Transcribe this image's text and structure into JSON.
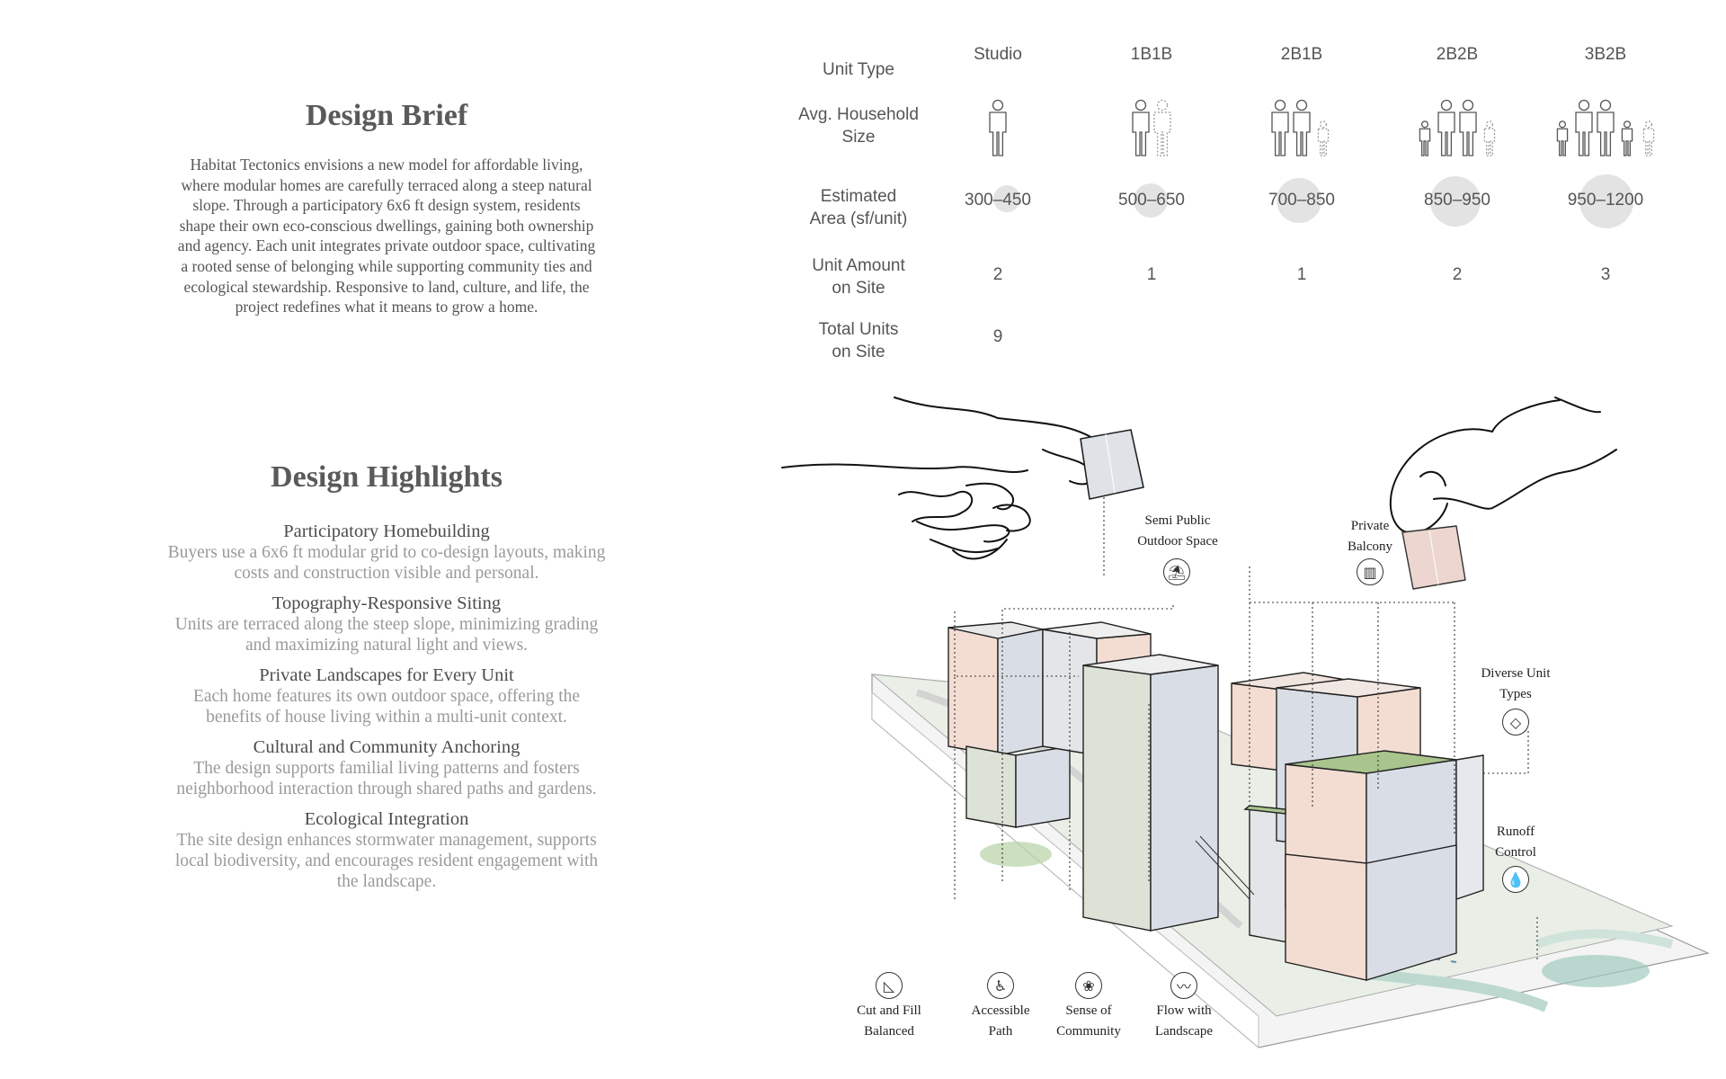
{
  "brief": {
    "title": "Design Brief",
    "lines": [
      "Habitat Tectonics envisions a new model for affordable living,",
      "where modular homes are carefully terraced along a steep natural",
      "slope. Through a participatory 6x6 ft design system, residents",
      "shape their own eco-conscious dwellings, gaining both ownership",
      "and agency. Each unit integrates private outdoor space, cultivating",
      "a rooted sense of belonging while supporting community ties and",
      "ecological stewardship. Responsive to land, culture, and life, the",
      "project redefines what it means to grow a home."
    ]
  },
  "highlights": {
    "title": "Design Highlights",
    "items": [
      {
        "title": "Participatory Homebuilding",
        "lines": [
          "Buyers use a 6x6 ft modular grid to co-design layouts, making",
          "costs and construction visible and personal."
        ]
      },
      {
        "title": "Topography-Responsive Siting",
        "lines": [
          "Units are terraced along the steep slope, minimizing grading",
          "and maximizing natural light and views."
        ]
      },
      {
        "title": "Private Landscapes for Every Unit",
        "lines": [
          "Each home features its own outdoor space, offering the",
          "benefits of house living within a multi-unit context."
        ]
      },
      {
        "title": "Cultural and Community Anchoring",
        "lines": [
          "The design supports familial living patterns and fosters",
          "neighborhood interaction through shared paths and gardens."
        ]
      },
      {
        "title": "Ecological Integration",
        "lines": [
          "The site design enhances stormwater management, supports",
          "local biodiversity, and encourages resident engagement with",
          "the landscape."
        ]
      }
    ]
  },
  "table": {
    "row_labels": {
      "unit_type": "Unit Type",
      "household_1": "Avg. Household",
      "household_2": "Size",
      "area_1": "Estimated",
      "area_2": "Area (sf/unit)",
      "amount_1": "Unit Amount",
      "amount_2": "on Site",
      "total_1": "Total Units",
      "total_2": "on Site"
    },
    "units": [
      {
        "type": "Studio",
        "area": "300–450",
        "amount": "2",
        "people_solid": 1,
        "people_dashed": 0
      },
      {
        "type": "1B1B",
        "area": "500–650",
        "amount": "1",
        "people_solid": 1,
        "people_dashed": 1
      },
      {
        "type": "2B1B",
        "area": "700–850",
        "amount": "1",
        "people_solid": 2,
        "people_dashed": 1
      },
      {
        "type": "2B2B",
        "area": "850–950",
        "amount": "2",
        "people_solid": 3,
        "people_dashed": 1
      },
      {
        "type": "3B2B",
        "area": "950–1200",
        "amount": "3",
        "people_solid": 4,
        "people_dashed": 1
      }
    ],
    "total_units": "9"
  },
  "callouts": {
    "semi_public_1": "Semi Public",
    "semi_public_2": "Outdoor Space",
    "private_balcony_1": "Private",
    "private_balcony_2": "Balcony",
    "diverse_1": "Diverse Unit",
    "diverse_2": "Types",
    "runoff_1": "Runoff",
    "runoff_2": "Control",
    "cutfill_1": "Cut and Fill",
    "cutfill_2": "Balanced",
    "accessible_1": "Accessible",
    "accessible_2": "Path",
    "community_1": "Sense of",
    "community_2": "Community",
    "flow_1": "Flow with",
    "flow_2": "Landscape"
  },
  "icons": [
    "bench-icon",
    "balcony-icon",
    "shapes-icon",
    "water-drops-icon",
    "slope-icon",
    "wheelchair-icon",
    "hands-icon",
    "wave-icon"
  ],
  "colors": {
    "pink": "#f3ddd2",
    "gray_blue": "#d9dee6",
    "sage": "#dde2d6",
    "green_roof": "#a9c58d",
    "water": "#9fcbbd"
  }
}
